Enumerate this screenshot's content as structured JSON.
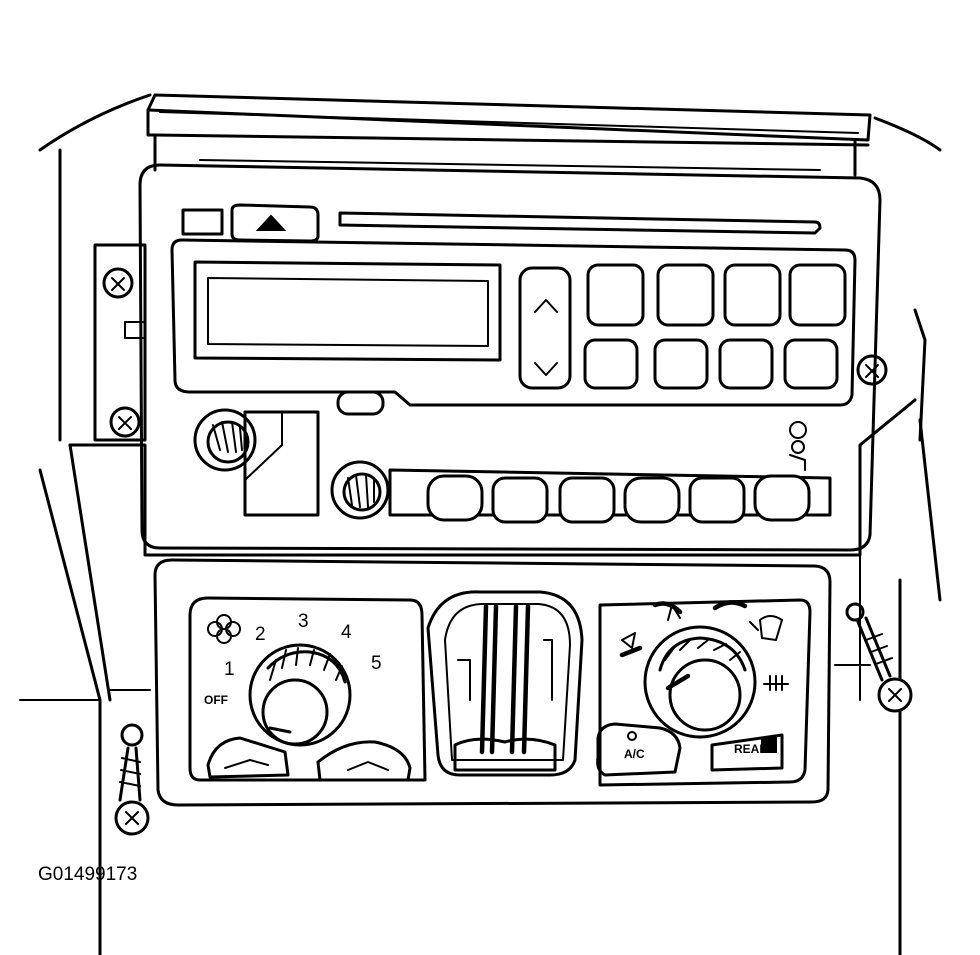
{
  "figure": {
    "id_label": "G01499173"
  },
  "blower_dial": {
    "positions": [
      "OFF",
      "1",
      "2",
      "3",
      "4",
      "5"
    ]
  },
  "mode_dial": {
    "ac_label": "A/C",
    "rear_label": "REAR"
  },
  "icons": {
    "fan": "fan-icon",
    "defrost": "rear-defrost-icon",
    "screw": "screw-icon",
    "eject": "eject-icon"
  }
}
